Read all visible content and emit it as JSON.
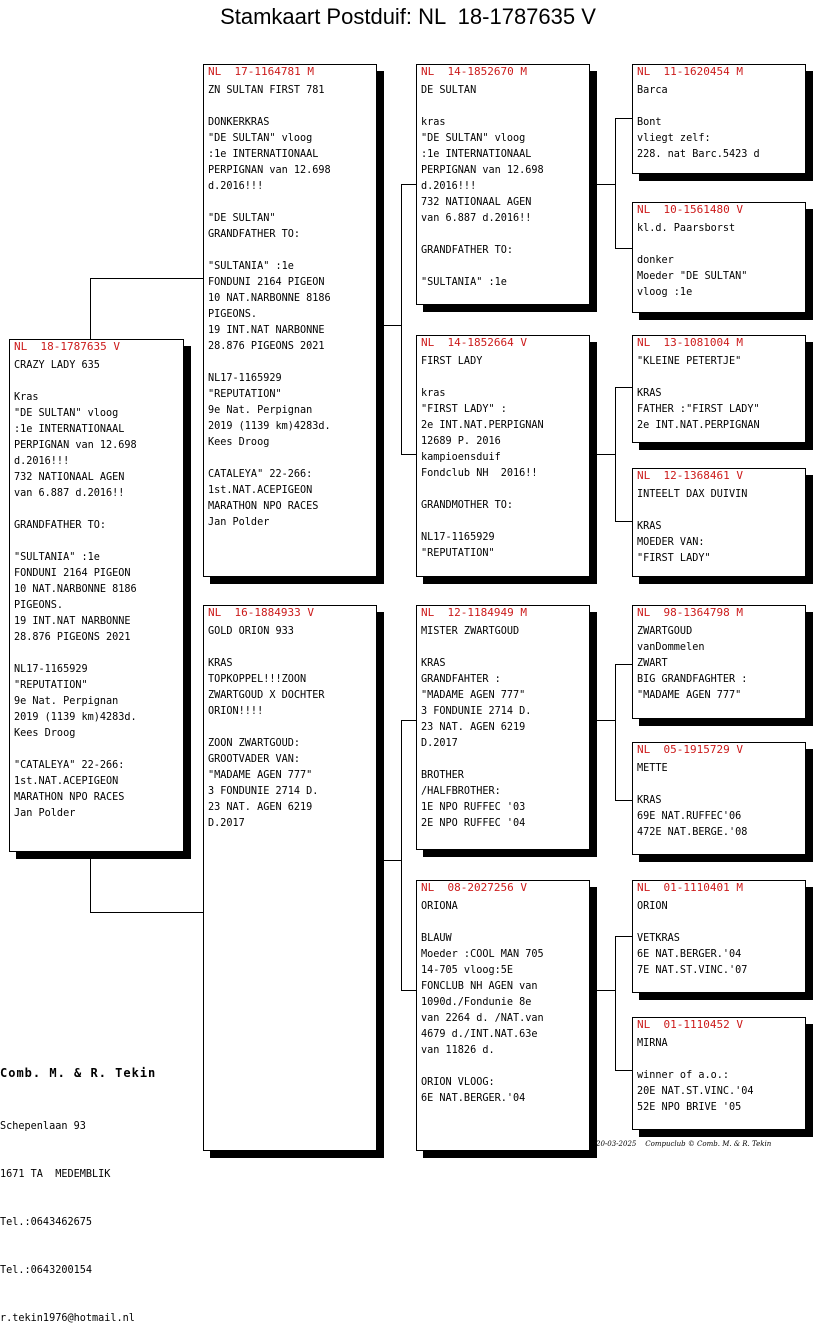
{
  "title": "Stamkaart Postduif: NL  18-1787635 V",
  "cards": {
    "main": {
      "ring": "NL  18-1787635 V",
      "text": "CRAZY LADY 635\n\nKras\n\"DE SULTAN\" vloog\n:1e INTERNATIONAAL\nPERPIGNAN van 12.698\nd.2016!!!\n732 NATIONAAL AGEN\nvan 6.887 d.2016!!\n\nGRANDFATHER TO:\n\n\"SULTANIA\" :1e\nFONDUNI 2164 PIGEON\n10 NAT.NARBONNE 8186\nPIGEONS.\n19 INT.NAT NARBONNE\n28.876 PIGEONS 2021\n\nNL17-1165929\n\"REPUTATION\"\n9e Nat. Perpignan\n2019 (1139 km)4283d.\nKees Droog\n\n\"CATALEYA\" 22-266:\n1st.NAT.ACEPIGEON\nMARATHON NPO RACES\nJan Polder"
    },
    "sire": {
      "ring": "NL  17-1164781 M",
      "text": "ZN SULTAN FIRST 781\n\nDONKERKRAS\n\"DE SULTAN\" vloog\n:1e INTERNATIONAAL\nPERPIGNAN van 12.698\nd.2016!!!\n\n\"DE SULTAN\"\nGRANDFATHER TO:\n\n\"SULTANIA\" :1e\nFONDUNI 2164 PIGEON\n10 NAT.NARBONNE 8186\nPIGEONS.\n19 INT.NAT NARBONNE\n28.876 PIGEONS 2021\n\nNL17-1165929\n\"REPUTATION\"\n9e Nat. Perpignan\n2019 (1139 km)4283d.\nKees Droog\n\nCATALEYA\" 22-266:\n1st.NAT.ACEPIGEON\nMARATHON NPO RACES\nJan Polder"
    },
    "dam": {
      "ring": "NL  16-1884933 V",
      "text": "GOLD ORION 933\n\nKRAS\nTOPKOPPEL!!!ZOON\nZWARTGOUD X DOCHTER\nORION!!!!\n\nZOON ZWARTGOUD:\nGROOTVADER VAN:\n\"MADAME AGEN 777\"\n3 FONDUNIE 2714 D.\n23 NAT. AGEN 6219\nD.2017"
    },
    "ss": {
      "ring": "NL  14-1852670 M",
      "text": "DE SULTAN\n\nkras\n\"DE SULTAN\" vloog\n:1e INTERNATIONAAL\nPERPIGNAN van 12.698\nd.2016!!!\n732 NATIONAAL AGEN\nvan 6.887 d.2016!!\n\nGRANDFATHER TO:\n\n\"SULTANIA\" :1e"
    },
    "sd": {
      "ring": "NL  14-1852664 V",
      "text": "FIRST LADY\n\nkras\n\"FIRST LADY\" :\n2e INT.NAT.PERPIGNAN\n12689 P. 2016\nkampioensduif\nFondclub NH  2016!!\n\nGRANDMOTHER TO:\n\nNL17-1165929\n\"REPUTATION\""
    },
    "ds": {
      "ring": "NL  12-1184949 M",
      "text": "MISTER ZWARTGOUD\n\nKRAS\nGRANDFAHTER :\n\"MADAME AGEN 777\"\n3 FONDUNIE 2714 D.\n23 NAT. AGEN 6219\nD.2017\n\nBROTHER\n/HALFBROTHER:\n1E NPO RUFFEC '03\n2E NPO RUFFEC '04"
    },
    "dd": {
      "ring": "NL  08-2027256 V",
      "text": "ORIONA\n\nBLAUW\nMoeder :COOL MAN 705\n14-705 vloog:5E\nFONCLUB NH AGEN van\n1090d./Fondunie 8e\nvan 2264 d. /NAT.van\n4679 d./INT.NAT.63e\nvan 11826 d.\n\nORION VLOOG:\n6E NAT.BERGER.'04"
    },
    "sss": {
      "ring": "NL  11-1620454 M",
      "text": "Barca\n\nBont\nvliegt zelf:\n228. nat Barc.5423 d"
    },
    "ssd": {
      "ring": "NL  10-1561480 V",
      "text": "kl.d. Paarsborst\n\ndonker\nMoeder \"DE SULTAN\"\nvloog :1e"
    },
    "sds": {
      "ring": "NL  13-1081004 M",
      "text": "\"KLEINE PETERTJE\"\n\nKRAS\nFATHER :\"FIRST LADY\"\n2e INT.NAT.PERPIGNAN"
    },
    "sdd": {
      "ring": "NL  12-1368461 V",
      "text": "INTEELT DAX DUIVIN\n\nKRAS\nMOEDER VAN:\n\"FIRST LADY\""
    },
    "dss": {
      "ring": "NL  98-1364798 M",
      "text": "ZWARTGOUD\nvanDommelen\nZWART\nBIG GRANDFAGHTER :\n\"MADAME AGEN 777\""
    },
    "dsd": {
      "ring": "NL  05-1915729 V",
      "text": "METTE\n\nKRAS\n69E NAT.RUFFEC'06\n472E NAT.BERGE.'08"
    },
    "dds": {
      "ring": "NL  01-1110401 M",
      "text": "ORION\n\nVETKRAS\n6E NAT.BERGER.'04\n7E NAT.ST.VINC.'07"
    },
    "ddd": {
      "ring": "NL  01-1110452 V",
      "text": "MIRNA\n\nwinner of a.o.:\n20E NAT.ST.VINC.'04\n52E NPO BRIVE '05"
    }
  },
  "owner": {
    "name": "Comb. M. & R. Tekin",
    "address": "Schepenlaan 93",
    "city": "1671 TA  MEDEMBLIK",
    "tel1": "Tel.:0643462675",
    "tel2": "Tel.:0643200154",
    "email": "r.tekin1976@hotmail.nl"
  },
  "footer": "20-03-2025    Compuclub © Comb. M. & R. Tekin"
}
